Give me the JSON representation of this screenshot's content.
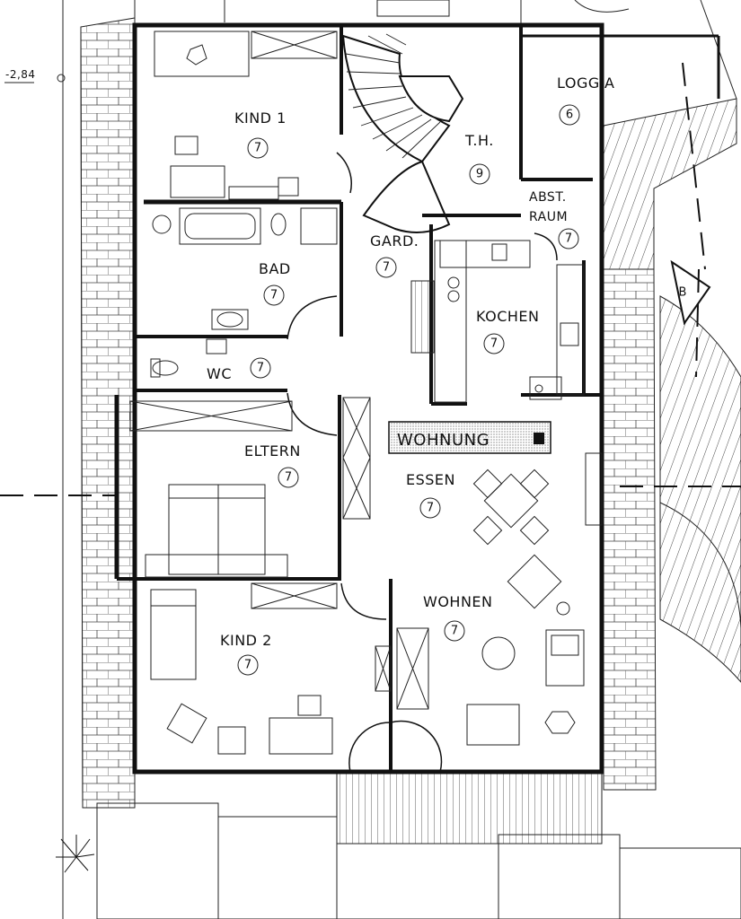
{
  "plan": {
    "elevation_mark": "-2,84",
    "apartment_label": "WOHNUNG",
    "stair_marker": "B",
    "rooms": [
      {
        "id": "kind1",
        "name": "KIND 1",
        "number": "7"
      },
      {
        "id": "th",
        "name": "T.H.",
        "number": "9"
      },
      {
        "id": "loggia",
        "name": "LOGGIA",
        "number": "6"
      },
      {
        "id": "abst",
        "name_line1": "ABST.",
        "name_line2": "RAUM",
        "number": "7"
      },
      {
        "id": "gard",
        "name": "GARD.",
        "number": "7"
      },
      {
        "id": "bad",
        "name": "BAD",
        "number": "7"
      },
      {
        "id": "kochen",
        "name": "KOCHEN",
        "number": "7"
      },
      {
        "id": "wc",
        "name": "WC",
        "number": "7"
      },
      {
        "id": "eltern",
        "name": "ELTERN",
        "number": "7"
      },
      {
        "id": "essen",
        "name": "ESSEN",
        "number": "7"
      },
      {
        "id": "wohnen",
        "name": "WOHNEN",
        "number": "7"
      },
      {
        "id": "kind2",
        "name": "KIND 2",
        "number": "7"
      }
    ]
  }
}
